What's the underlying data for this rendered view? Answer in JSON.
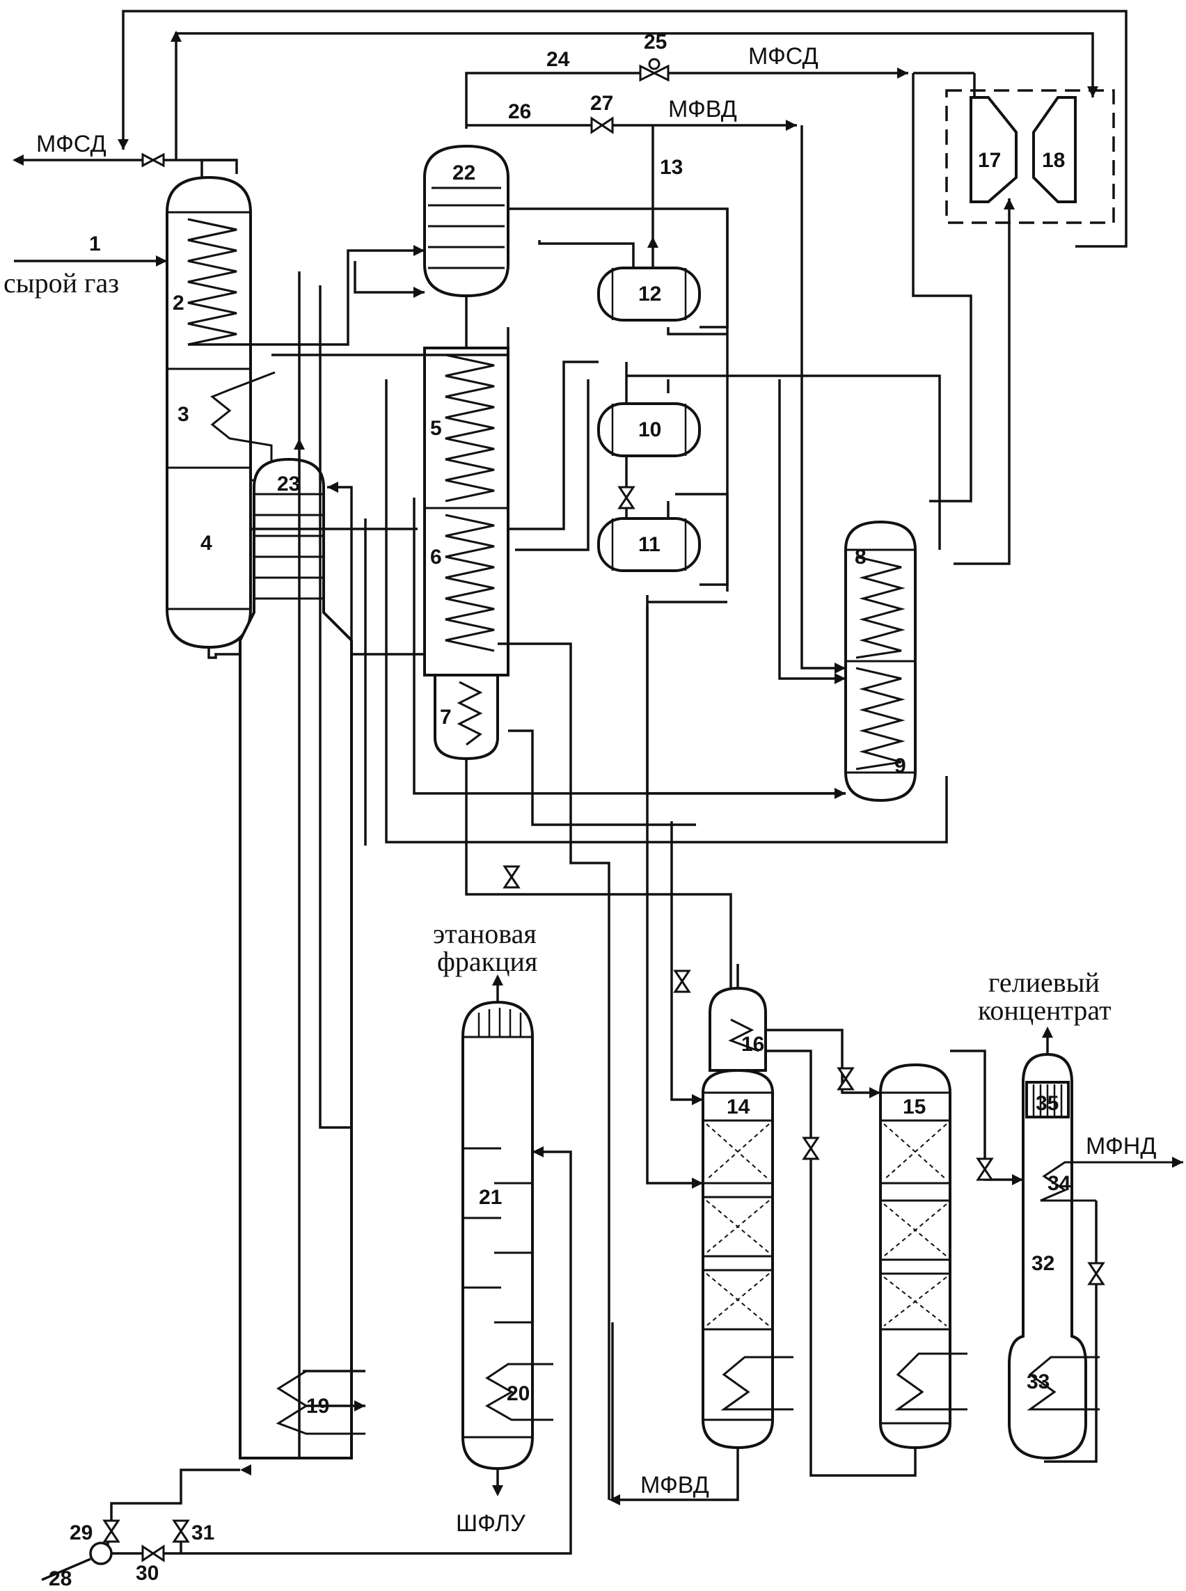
{
  "labels": {
    "mfsd_left": "МФСД",
    "mfsd_top": "МФСД",
    "mfvd_top": "МФВД",
    "mfvd_bottom": "МФВД",
    "mfnd": "МФНД",
    "raw_gas_num": "1",
    "raw_gas": "сырой газ",
    "ethane_1": "этановая",
    "ethane_2": "фракция",
    "shflu": "ШФЛУ",
    "helium_1": "гелиевый",
    "helium_2": "концентрат"
  },
  "numbers": {
    "n2": "2",
    "n3": "3",
    "n4": "4",
    "n5": "5",
    "n6": "6",
    "n7": "7",
    "n8": "8",
    "n9": "9",
    "n10": "10",
    "n11": "11",
    "n12": "12",
    "n13": "13",
    "n14": "14",
    "n15": "15",
    "n16": "16",
    "n17": "17",
    "n18": "18",
    "n19": "19",
    "n20": "20",
    "n21": "21",
    "n22": "22",
    "n23": "23",
    "n24": "24",
    "n25": "25",
    "n26": "26",
    "n27": "27",
    "n28": "28",
    "n29": "29",
    "n30": "30",
    "n31": "31",
    "n32": "32",
    "n33": "33",
    "n34": "34",
    "n35": "35"
  }
}
